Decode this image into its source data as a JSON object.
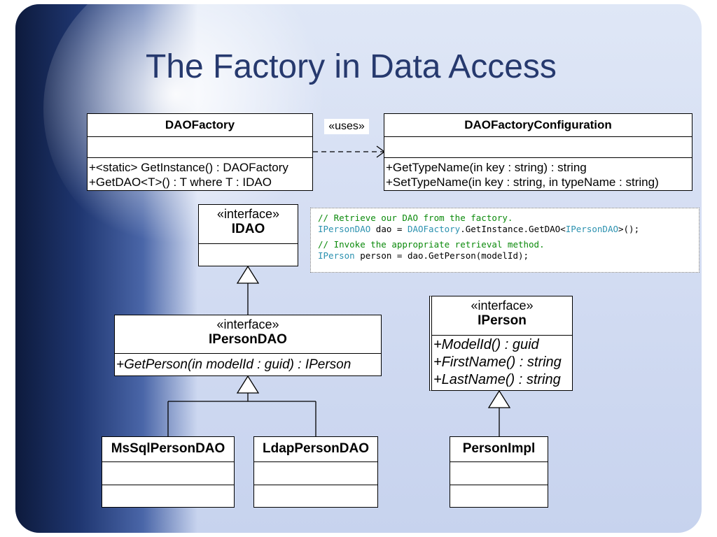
{
  "title": "The Factory in Data Access",
  "uses_label": "«uses»",
  "dao_factory": {
    "name": "DAOFactory",
    "operations": [
      "+<static> GetInstance() : DAOFactory",
      "+GetDAO<T>() : T where T : IDAO"
    ]
  },
  "dao_factory_configuration": {
    "name": "DAOFactoryConfiguration",
    "operations": [
      "+GetTypeName(in key : string) : string",
      "+SetTypeName(in key : string, in typeName : string)"
    ]
  },
  "idao": {
    "stereotype": "«interface»",
    "name": "IDAO"
  },
  "iperson_dao": {
    "stereotype": "«interface»",
    "name": "IPersonDAO",
    "operations": [
      "+GetPerson(in modelId : guid) : IPerson"
    ]
  },
  "iperson": {
    "stereotype": "«interface»",
    "name": "IPerson",
    "operations": [
      "+ModelId() : guid",
      "+FirstName() : string",
      "+LastName() : string"
    ]
  },
  "mssql_person_dao": {
    "name": "MsSqlPersonDAO"
  },
  "ldap_person_dao": {
    "name": "LdapPersonDAO"
  },
  "person_impl": {
    "name": "PersonImpl"
  },
  "code": {
    "comment1": "// Retrieve our DAO from the factory.",
    "line1": [
      {
        "t": "IPersonDAO",
        "k": "type"
      },
      {
        "t": " dao = ",
        "k": "text"
      },
      {
        "t": "DAOFactory",
        "k": "type"
      },
      {
        "t": ".GetInstance.GetDAO<",
        "k": "text"
      },
      {
        "t": "IPersonDAO",
        "k": "type"
      },
      {
        "t": ">();",
        "k": "text"
      }
    ],
    "comment2": "// Invoke the appropriate retrieval method.",
    "line2": [
      {
        "t": "IPerson",
        "k": "type"
      },
      {
        "t": " person = dao.GetPerson(modelId);",
        "k": "text"
      }
    ]
  }
}
